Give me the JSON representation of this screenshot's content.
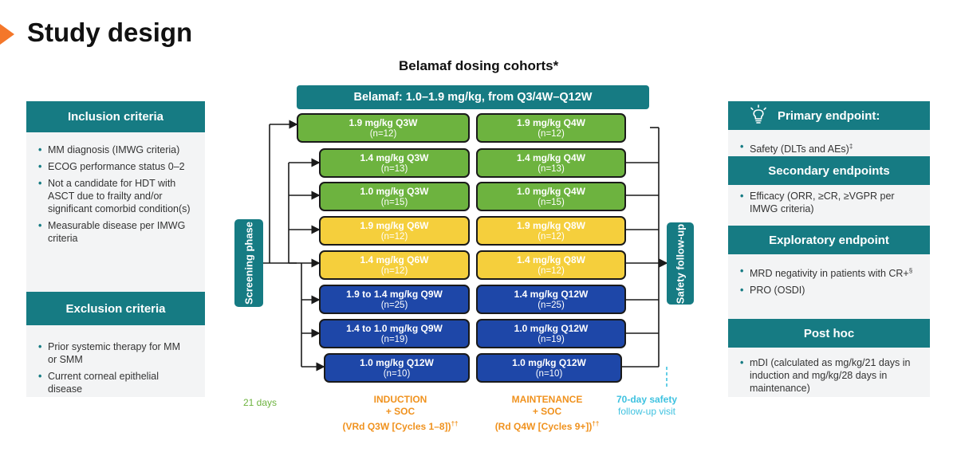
{
  "page": {
    "title": "Study design",
    "subtitle": "Belamaf dosing cohorts*"
  },
  "banner": "Belamaf: 1.0–1.9 mg/kg, from Q3/4W–Q12W",
  "inclusion": {
    "header": "Inclusion criteria",
    "items": [
      "MM diagnosis (IMWG criteria)",
      "ECOG performance status 0–2",
      "Not a candidate for HDT with ASCT due to frailty and/or significant comorbid condition(s)",
      "Measurable disease per IMWG criteria"
    ]
  },
  "exclusion": {
    "header": "Exclusion criteria",
    "items": [
      "Prior systemic therapy for MM or SMM",
      "Current corneal epithelial disease"
    ]
  },
  "screening_label": "Screening phase",
  "safety_label": "Safety follow-up",
  "cohorts": [
    {
      "color": "green",
      "induction": "1.9 mg/kg Q3W",
      "maintenance": "1.9 mg/kg Q4W",
      "n": "(n=12)"
    },
    {
      "color": "green",
      "induction": "1.4 mg/kg Q3W",
      "maintenance": "1.4 mg/kg Q4W",
      "n": "(n=13)"
    },
    {
      "color": "green",
      "induction": "1.0 mg/kg Q3W",
      "maintenance": "1.0 mg/kg Q4W",
      "n": "(n=15)"
    },
    {
      "color": "yellow",
      "induction": "1.9 mg/kg Q6W",
      "maintenance": "1.9 mg/kg Q8W",
      "n": "(n=12)"
    },
    {
      "color": "yellow",
      "induction": "1.4 mg/kg Q6W",
      "maintenance": "1.4 mg/kg Q8W",
      "n": "(n=12)"
    },
    {
      "color": "blue",
      "induction": "1.9 to 1.4 mg/kg Q9W",
      "maintenance": "1.4 mg/kg Q12W",
      "n": "(n=25)"
    },
    {
      "color": "blue",
      "induction": "1.4 to 1.0 mg/kg Q9W",
      "maintenance": "1.0 mg/kg Q12W",
      "n": "(n=19)"
    },
    {
      "color": "blue",
      "induction": "1.0 mg/kg Q12W",
      "maintenance": "1.0 mg/kg Q12W",
      "n": "(n=10)"
    }
  ],
  "footer": {
    "days": "21 days",
    "induction_1": "INDUCTION",
    "induction_2": "+ SOC",
    "induction_3": "(VRd Q3W [Cycles 1–8])",
    "induction_sup": "††",
    "maintenance_1": "MAINTENANCE",
    "maintenance_2": "+ SOC",
    "maintenance_3": "(Rd Q4W [Cycles 9+])",
    "maintenance_sup": "††",
    "safety_1": "70-day safety",
    "safety_2": "follow-up visit"
  },
  "endpoints": {
    "primary_header": "Primary endpoint:",
    "primary_item": "Safety (DLTs and AEs)",
    "primary_sup": "‡",
    "secondary_header": "Secondary endpoints",
    "secondary_item": "Efficacy (ORR, ≥CR, ≥VGPR per IMWG criteria)",
    "exploratory_header": "Exploratory endpoint",
    "exploratory_item_1": "MRD negativity in patients with CR+",
    "exploratory_sup": "§",
    "exploratory_item_2": "PRO (OSDI)",
    "posthoc_header": "Post hoc",
    "posthoc_item": "mDI (calculated as mg/kg/21 days in induction and mg/kg/28 days in maintenance)"
  },
  "colors": {
    "teal": "#167b83",
    "green": "#6db33f",
    "yellow": "#f5cf3c",
    "blue": "#1e47a8",
    "orange": "#f0921e",
    "accent": "#f4772a"
  },
  "icons": {
    "primary_endpoint": "lightbulb-icon"
  }
}
